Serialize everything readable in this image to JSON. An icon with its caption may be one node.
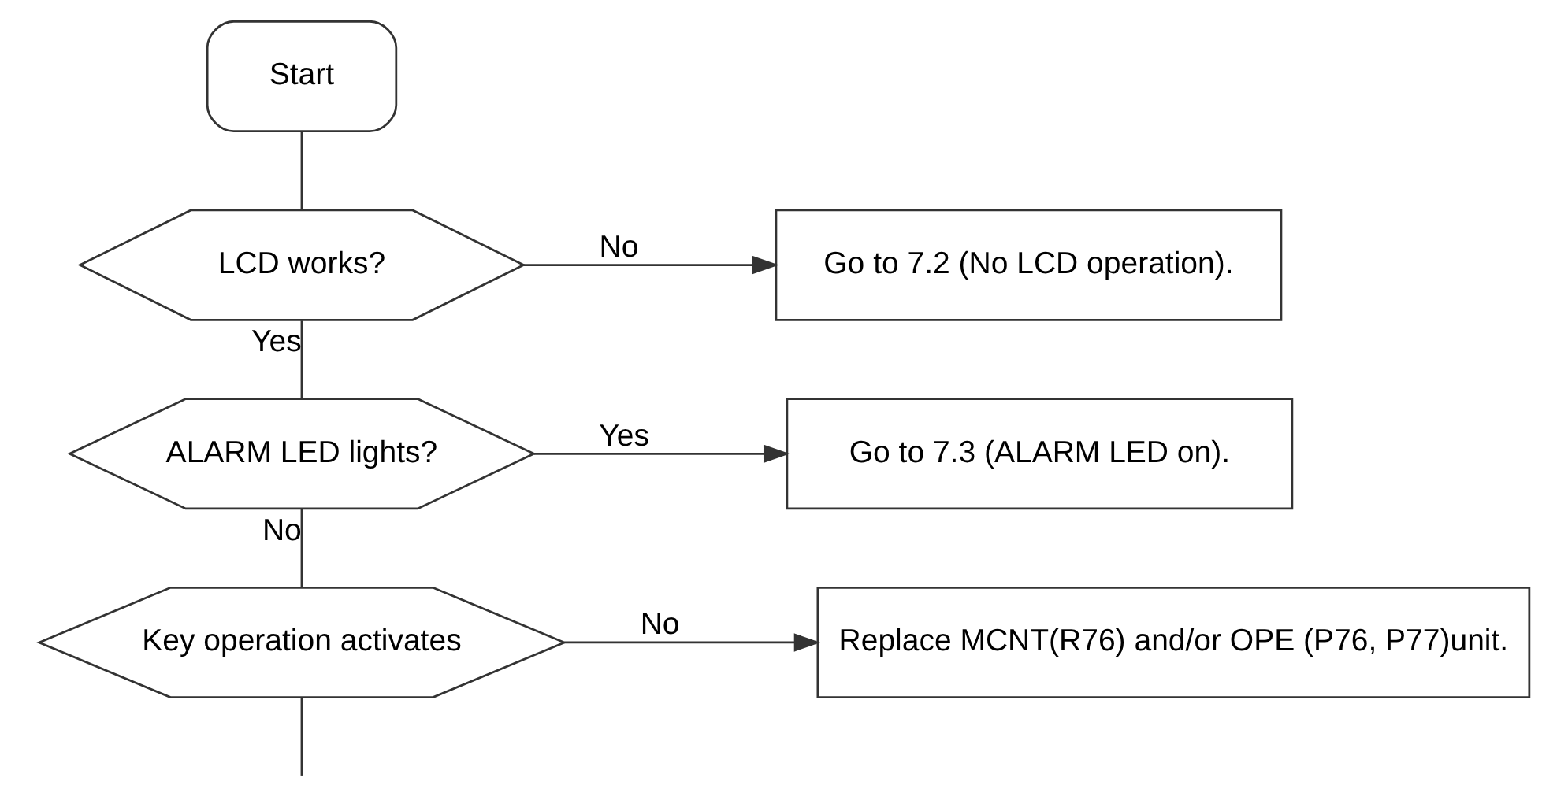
{
  "diagram": {
    "nodes": [
      {
        "text": [
          "Start"
        ]
      },
      {
        "text": [
          "LCD works?"
        ]
      },
      {
        "text": [
          "Go to 7.2 (No LCD operation)."
        ]
      },
      {
        "text": [
          "ALARM LED lights?"
        ]
      },
      {
        "text": [
          "Go to 7.3 (ALARM LED on)."
        ]
      },
      {
        "text": [
          "Key operation activates"
        ]
      },
      {
        "text": [
          "Replace MCNT(R76) and/or OPE (P76, P77)unit."
        ]
      }
    ],
    "edges": [
      {
        "from": 0,
        "to": 1,
        "arrow": "none"
      },
      {
        "from": 1,
        "to": 2,
        "arrow": "to",
        "label": "No"
      },
      {
        "from": 1,
        "to": 3,
        "arrow": "none",
        "label": "Yes"
      },
      {
        "from": 3,
        "to": 4,
        "arrow": "to",
        "label": "Yes"
      },
      {
        "from": 3,
        "to": 5,
        "arrow": "none",
        "label": "No"
      },
      {
        "from": 5,
        "to": 6,
        "arrow": "to",
        "label": "No"
      },
      {
        "from": 5,
        "to": null,
        "arrow": "none"
      }
    ]
  }
}
